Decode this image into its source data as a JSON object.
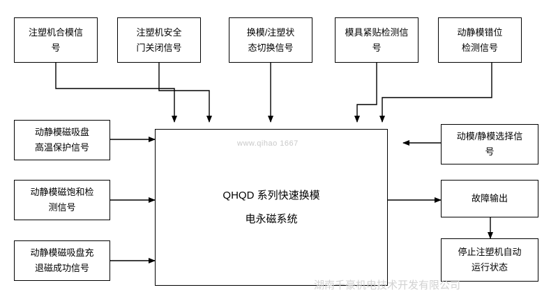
{
  "diagram": {
    "title_center": {
      "line1": "QHQD 系列快速换模",
      "line2": "电永磁系统"
    },
    "top_inputs": [
      {
        "id": "clamp-signal",
        "text": "注塑机合模信\n号"
      },
      {
        "id": "safety-door-signal",
        "text": "注塑机安全\n门关闭信号"
      },
      {
        "id": "mode-switch-signal",
        "text": "换模/注塑状\n态切换信号"
      },
      {
        "id": "mold-attach-detect-signal",
        "text": "模具紧贴检测信\n号"
      },
      {
        "id": "mold-misalign-signal",
        "text": "动静模错位\n检测信号"
      }
    ],
    "left_inputs": [
      {
        "id": "magnet-overtemp-signal",
        "text": "动静模磁吸盘\n高温保护信号"
      },
      {
        "id": "magnet-saturation-signal",
        "text": "动静模磁饱和检\n测信号"
      },
      {
        "id": "magnetize-success-signal",
        "text": "动静模磁吸盘充\n退磁成功信号"
      }
    ],
    "right_items": [
      {
        "id": "mold-select-signal",
        "text": "动模/静模选择信\n号"
      },
      {
        "id": "fault-output",
        "text": "故障输出"
      },
      {
        "id": "stop-auto-run",
        "text": "停止注塑机自动\n运行状态"
      }
    ],
    "watermarks": {
      "small": "www.qihao 1667",
      "large": "湖南千豪机电技术开发有限公司"
    }
  }
}
